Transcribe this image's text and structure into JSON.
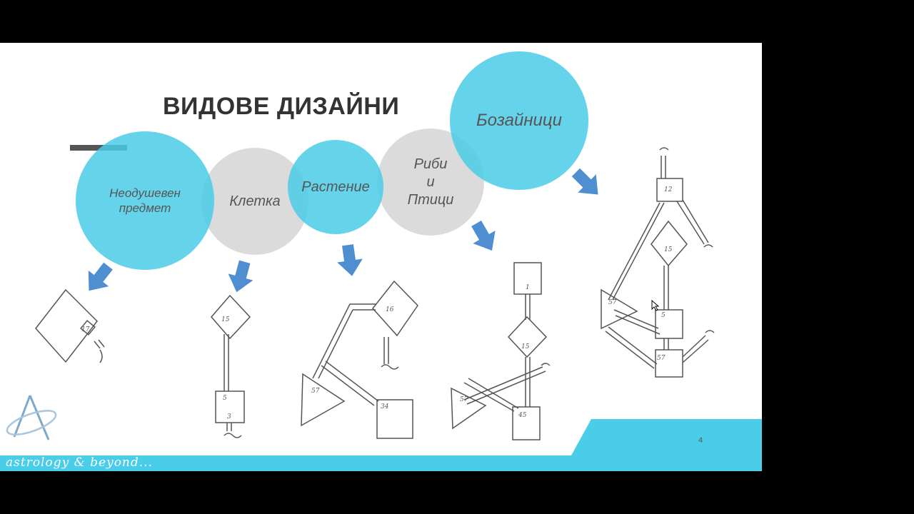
{
  "slide": {
    "title": "ВИДОВЕ ДИЗАЙНИ",
    "page_number": "4",
    "brand_tagline": "astrology & beyond...",
    "accent_color": "#4acde8",
    "bubbles": [
      {
        "label": "Неодушевен\nпредмет",
        "color": "blue"
      },
      {
        "label": "Клетка",
        "color": "gray"
      },
      {
        "label": "Растение",
        "color": "blue"
      },
      {
        "label": "Риби\nи\nПтици",
        "color": "gray"
      },
      {
        "label": "Бозайници",
        "color": "blue"
      }
    ]
  }
}
